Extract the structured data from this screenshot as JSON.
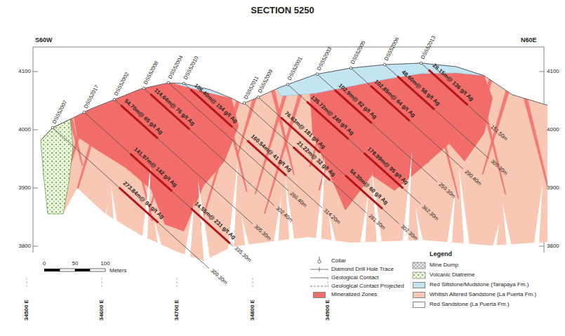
{
  "diagram": {
    "title": "SECTION 5250",
    "labels": [
      "S60W",
      "N60E",
      "4100",
      "4000",
      "3900",
      "3800",
      "4100",
      "4000",
      "3900",
      "3800",
      "DSS52007",
      "DSS52017",
      "DSS52002",
      "DSS52008",
      "DSS52004",
      "DSS52010",
      "DSS52011",
      "DSS52009",
      "DSS52001",
      "DSS52003",
      "DSS52005",
      "DSS52006",
      "DSS52013",
      "309.30m",
      "335.30m",
      "305.30m",
      "302.40m",
      "286.40m",
      "314.20m",
      "281.30m",
      "302.30m",
      "362.30m",
      "259.30m",
      "290.40m",
      "309.30m",
      "151.50m",
      "54.70m@ 65 g/t Ag",
      "114.64m@ 76 g/t Ag",
      "141.97m@ 142 g/t Ag",
      "14.55m@ 231 g/t Ag",
      "273.84m@ 94 g/t Ag",
      "106.40m@ 154 g/t Ag",
      "160.54m@ 41 g/t Ag",
      "21.22m@ 32 g/t Ag",
      "76.63m@ 181 g/t Ag",
      "54.30m@ 60 g/t Ag",
      "135.72m@ 240 g/t Ag",
      "178.99m@ 95 g/t Ag",
      "102.9m@ 82 g/t Ag",
      "102.85m@ 64 g/t Ag",
      "48.60m@ 58 g/t Ag",
      "26.15m@ 136 g/t Ag",
      "0",
      "50",
      "100",
      "Meters",
      "34500 E",
      "34600 E",
      "34700 E",
      "34800 E",
      "34900 E",
      "Legend"
    ],
    "legend": [
      {
        "text": "Collar"
      },
      {
        "text": "Diamond Drill Hole Trace"
      },
      {
        "text": "Geological Contact"
      },
      {
        "text": "Geological Contact Projected"
      },
      {
        "text": "Mineralized Zones",
        "color": "#f26d6a"
      },
      {
        "text": "Mine Dump"
      },
      {
        "text": "Volcanic Diatreme"
      },
      {
        "text": "Red Siltstone/Mudstone (Tarapaya Fm.)",
        "color": "#c3e4f3"
      },
      {
        "text": "Whitish Altered Sandstone (La Puerta Fm.)",
        "color": "#f9c8b4"
      },
      {
        "text": "Red Sandstone (La Puerta Fm.)",
        "color": "#ffffff"
      }
    ]
  }
}
